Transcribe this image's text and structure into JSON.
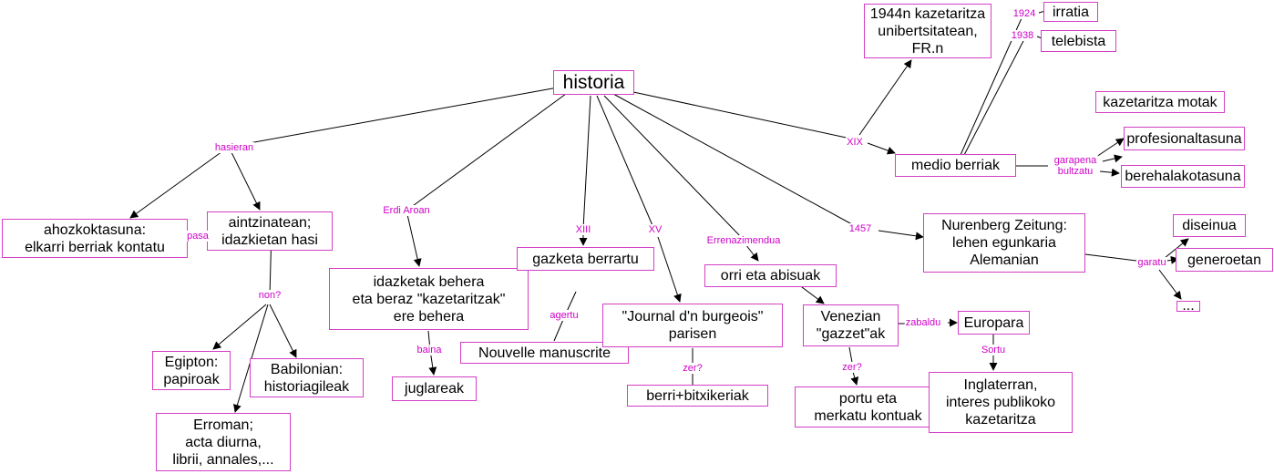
{
  "colors": {
    "node_border": "#d43fc6",
    "link_label": "#d000c8",
    "line": "#000000"
  },
  "nodes": {
    "historia": "historia",
    "ahozkoa": "ahozkoktasuna:\nelkarri berriak kontatu",
    "aintzina": "aintzinatean;\nidazkietan hasi",
    "egipto": "Egipton:\npapiroak",
    "babilonia": "Babilonian:\nhistoriagileak",
    "erroma": "Erroman;\nacta diurna,\nlibrii, annales,...",
    "idazketak": "idazketak behera\neta beraz \"kazetaritzak\"\nere behera",
    "juglareak": "juglareak",
    "gazeta": "gazketa berrartu",
    "nouvelle": "Nouvelle manuscrite",
    "journal": "\"Journal d'n burgeois\"\nparisen",
    "berri": "berri+bitxikeriak",
    "orri": "orri eta abisuak",
    "venezian": "Venezian\n\"gazzet\"ak",
    "portu": "portu eta\nmerkatu kontuak",
    "europara": "Europara",
    "inglaterran": "Inglaterran,\ninteres publikoko\nkazetaritza",
    "nurenberg": "Nurenberg Zeitung:\nlehen egunkaria\nAlemanian",
    "diseinua": "diseinua",
    "generoetan": "generoetan",
    "dots": "...",
    "fr1944": "1944n kazetaritza\nunibertsitatean,\nFR.n",
    "irratia": "irratia",
    "telebista": "telebista",
    "medio": "medio berriak",
    "motak": "kazetaritza motak",
    "profesional": "profesionaltasuna",
    "berehala": "berehalakotasuna"
  },
  "labels": {
    "hasieran": "hasieran",
    "pasa": "pasa",
    "non": "non?",
    "erdi": "Erdi Aroan",
    "baina": "baina",
    "xiii": "XIII",
    "agertu": "agertu",
    "xv": "XV",
    "zer1": "zer?",
    "errenazimendua": "Errenazimendua",
    "zer2": "zer?",
    "zabaldu": "zabaldu",
    "sortu": "Sortu",
    "y1457": "1457",
    "garatu": "garatu",
    "xix": "XIX",
    "y1924": "1924",
    "y1938": "1938",
    "garapena": "garapena",
    "bultzatu": "bultzatu"
  }
}
